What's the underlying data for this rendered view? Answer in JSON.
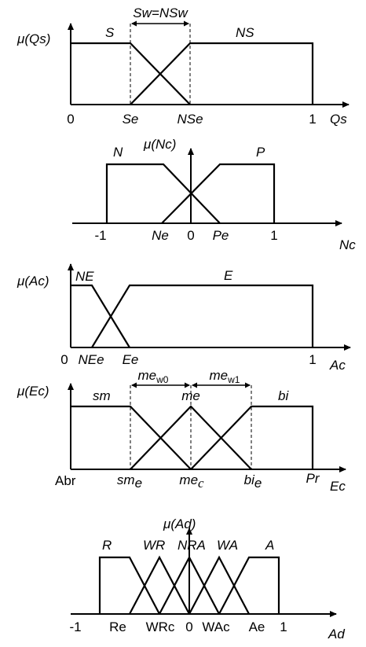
{
  "panels": {
    "qs": {
      "ylabel": "μ(Qs)",
      "xlabel": "Qs",
      "width_label": "Sw=NSw",
      "set_S": "S",
      "set_NS": "NS",
      "tick_0": "0",
      "tick_Se": "Se",
      "tick_NSe": "NSe",
      "tick_1": "1"
    },
    "nc": {
      "ylabel": "μ(Nc)",
      "xlabel": "Nc",
      "set_N": "N",
      "set_P": "P",
      "tick_m1": "-1",
      "tick_Ne": "Ne",
      "tick_0": "0",
      "tick_Pe": "Pe",
      "tick_1": "1"
    },
    "ac": {
      "ylabel": "μ(Ac)",
      "xlabel": "Ac",
      "set_NE": "NE",
      "set_E": "E",
      "tick_0": "0",
      "tick_NEe": "NEe",
      "tick_Ee": "Ee",
      "tick_1": "1"
    },
    "ec": {
      "ylabel": "μ(Ec)",
      "xlabel": "Ec",
      "set_sm": "sm",
      "set_me": "me",
      "set_bi": "bi",
      "width0_base": "me",
      "width0_sub": "w0",
      "width1_base": "me",
      "width1_sub": "w1",
      "tick_Abr": "Abr",
      "tick_sme_base": "sm",
      "tick_sme_sub": "e",
      "tick_mec_base": "me",
      "tick_mec_sub": "c",
      "tick_bie_base": "bi",
      "tick_bie_sub": "e",
      "tick_Pr": "Pr"
    },
    "ad": {
      "ylabel": "μ(Ad)",
      "xlabel": "Ad",
      "set_R": "R",
      "set_WR": "WR",
      "set_NRA": "NRA",
      "set_WA": "WA",
      "set_A": "A",
      "tick_m1": "-1",
      "tick_Re": "Re",
      "tick_WRc": "WRc",
      "tick_0": "0",
      "tick_WAc": "WAc",
      "tick_Ae": "Ae",
      "tick_1": "1"
    }
  }
}
